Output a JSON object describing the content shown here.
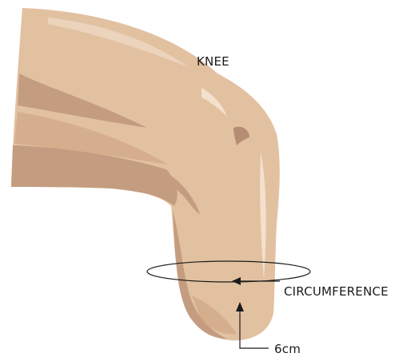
{
  "diagram": {
    "labels": {
      "knee": "KNEE",
      "circumference": "CIRCUMFERENCE",
      "distance": "6cm"
    },
    "colors": {
      "skin": "#e2c1a1",
      "skin_mid": "#d5ae8d",
      "skin_shadow": "#c49d80",
      "skin_deep_shadow": "#b48d72",
      "highlight": "#f3e0cd",
      "line": "#1a1a1a"
    }
  }
}
